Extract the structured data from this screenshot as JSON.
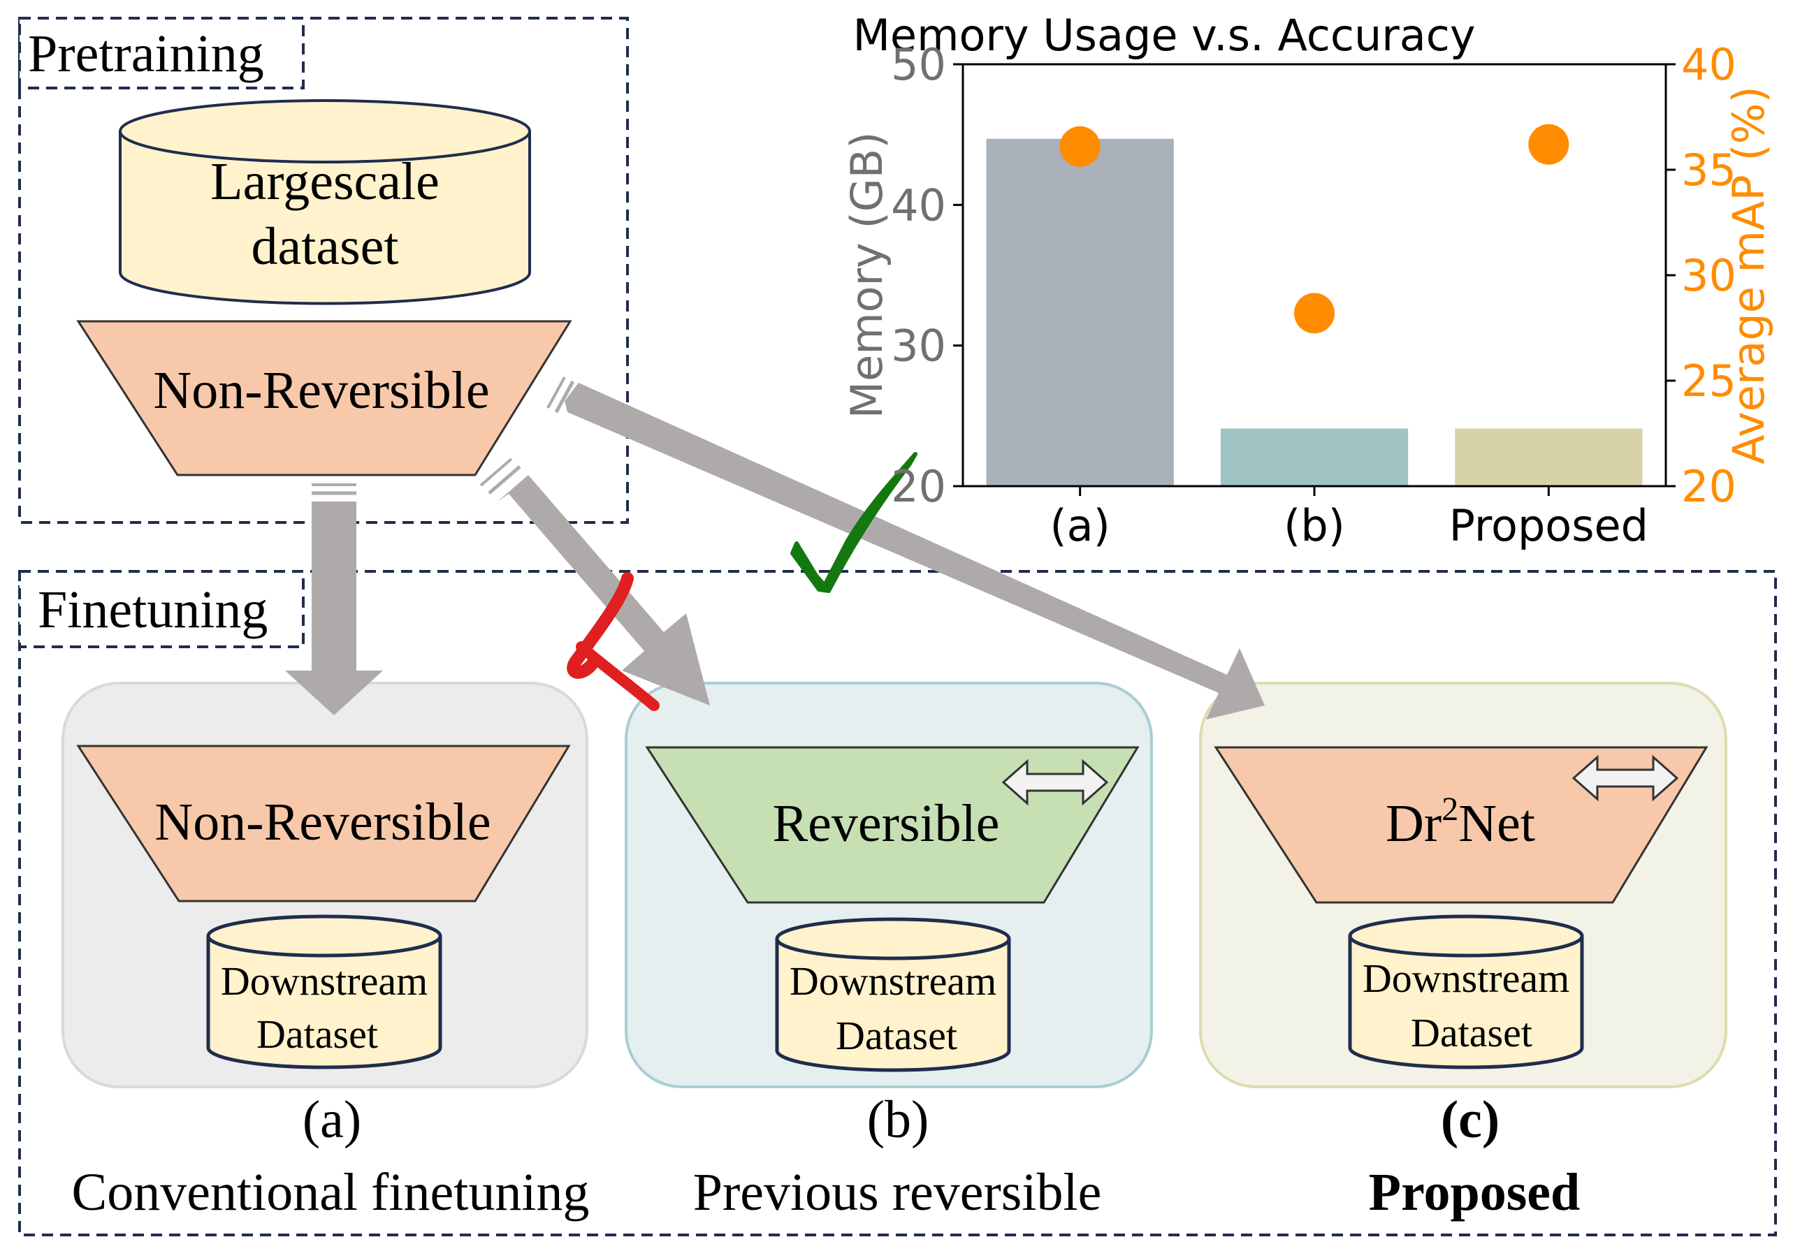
{
  "pretraining": {
    "label": "Pretraining",
    "dataset_line1": "Largescale",
    "dataset_line2": "dataset",
    "model_label": "Non-Reversible"
  },
  "finetuning": {
    "label": "Finetuning",
    "panels": [
      {
        "model_label": "Non-Reversible",
        "dataset_line1": "Downstream",
        "dataset_line2": "Dataset",
        "tag": "(a)",
        "caption": "Conventional finetuning"
      },
      {
        "model_label": "Reversible",
        "dataset_line1": "Downstream",
        "dataset_line2": "Dataset",
        "tag": "(b)",
        "caption": "Previous reversible"
      },
      {
        "model_label_main": "Dr",
        "model_label_sup": "2",
        "model_label_tail": "Net",
        "dataset_line1": "Downstream",
        "dataset_line2": "Dataset",
        "tag": "(c)",
        "caption": "Proposed"
      }
    ]
  },
  "colors": {
    "frame": "#1f2d4d",
    "model_orange": "#f7c9aa",
    "model_green": "#c6e0b4",
    "dataset_fill": "#fff2cc",
    "arrow_gray": "#aeaaaa",
    "panel_a": "#ececec",
    "panel_b": "#e5eff0",
    "panel_c": "#f2f2e6",
    "check_green": "#13780f",
    "cross_red": "#e02020",
    "accent_orange": "#ff8c00"
  },
  "chart_data": {
    "type": "bar",
    "title": "Memory Usage v.s. Accuracy",
    "categories": [
      "(a)",
      "(b)",
      "Proposed"
    ],
    "series": [
      {
        "name": "",
        "axis": "left",
        "kind": "bar",
        "values": [
          44.7,
          24.1,
          24.1
        ],
        "colors": [
          "#a9b0ba",
          "#a0c4c4",
          "#d8d3a7"
        ]
      },
      {
        "name": "",
        "axis": "right",
        "kind": "scatter",
        "values": [
          36.1,
          28.2,
          36.2
        ],
        "color": "#ff8c00"
      }
    ],
    "ylabel": "Memory (GB)",
    "ylim": [
      20,
      50
    ],
    "yticks": [
      "20",
      "30",
      "40",
      "50"
    ],
    "ylabel_right": "Average mAP (%)",
    "ylim_right": [
      20,
      40
    ],
    "yticks_right": [
      "20",
      "25",
      "30",
      "35",
      "40"
    ],
    "grid": false
  }
}
